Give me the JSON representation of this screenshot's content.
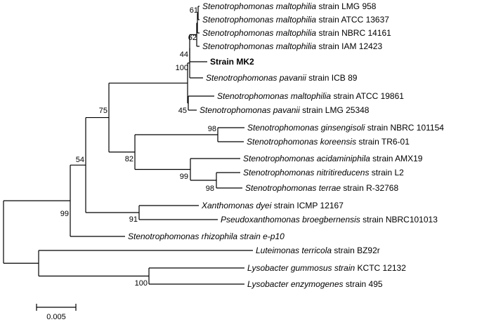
{
  "taxa": [
    {
      "id": "lmg958",
      "parts": [
        {
          "text": "Stenotrophomonas maltophilia",
          "italic": true
        },
        {
          "text": " strain LMG 958"
        }
      ]
    },
    {
      "id": "atcc13637",
      "parts": [
        {
          "text": "Stenotrophomonas maltophilia",
          "italic": true
        },
        {
          "text": " strain ATCC 13637"
        }
      ]
    },
    {
      "id": "nbrc14161",
      "parts": [
        {
          "text": "Stenotrophomonas maltophilia",
          "italic": true
        },
        {
          "text": " strain NBRC 14161"
        }
      ]
    },
    {
      "id": "iam12423",
      "parts": [
        {
          "text": "Stenotrophomonas maltophilia",
          "italic": true
        },
        {
          "text": " strain IAM  12423"
        }
      ]
    },
    {
      "id": "mk2",
      "parts": [
        {
          "text": "Strain MK2",
          "bold": true
        }
      ]
    },
    {
      "id": "icb89",
      "parts": [
        {
          "text": "Stenotrophomonas pavanii",
          "italic": true
        },
        {
          "text": " strain ICB 89"
        }
      ]
    },
    {
      "id": "atcc19861",
      "parts": [
        {
          "text": "Stenotrophomonas maltophilia",
          "italic": true
        },
        {
          "text": " strain ATCC 19861"
        }
      ]
    },
    {
      "id": "lmg25348",
      "parts": [
        {
          "text": "Stenotrophomonas pavanii",
          "italic": true
        },
        {
          "text": " strain LMG 25348"
        }
      ]
    },
    {
      "id": "nbrc101154",
      "parts": [
        {
          "text": "Stenotrophomonas ginsengisoli",
          "italic": true
        },
        {
          "text": " strain NBRC 101154"
        }
      ]
    },
    {
      "id": "tr601",
      "parts": [
        {
          "text": "Stenotrophomonas koreensis",
          "italic": true
        },
        {
          "text": " strain TR6-01"
        }
      ]
    },
    {
      "id": "amx19",
      "parts": [
        {
          "text": "Stenotrophomonas acidaminiphila",
          "italic": true
        },
        {
          "text": " strain AMX19"
        }
      ]
    },
    {
      "id": "l2",
      "parts": [
        {
          "text": "Stenotrophomonas nitritireducens",
          "italic": true
        },
        {
          "text": " strain L2"
        }
      ]
    },
    {
      "id": "r32768",
      "parts": [
        {
          "text": "Stenotrophomonas terrae",
          "italic": true
        },
        {
          "text": " strain R-32768"
        }
      ]
    },
    {
      "id": "icmp12167",
      "parts": [
        {
          "text": "Xanthomonas dyei",
          "italic": true
        },
        {
          "text": " strain ICMP 12167"
        }
      ]
    },
    {
      "id": "nbrc101013",
      "parts": [
        {
          "text": "Pseudoxanthomonas broegbernensis",
          "italic": true
        },
        {
          "text": " strain NBRC101013"
        }
      ]
    },
    {
      "id": "ep10",
      "parts": [
        {
          "text": "Stenotrophomonas rhizophila strain e-p10",
          "italic": true
        }
      ]
    },
    {
      "id": "bz92r",
      "parts": [
        {
          "text": "Luteimonas terricola",
          "italic": true
        },
        {
          "text": " strain BZ92r"
        }
      ]
    },
    {
      "id": "kctc12132",
      "parts": [
        {
          "text": "Lysobacter gummosus strain",
          "italic": true
        },
        {
          "text": " KCTC 12132"
        }
      ]
    },
    {
      "id": "s495",
      "parts": [
        {
          "text": "Lysobacter enzymogenes",
          "italic": true
        },
        {
          "text": " strain 495"
        }
      ]
    }
  ],
  "bootstrap": [
    {
      "node": "n61",
      "value": "61"
    },
    {
      "node": "n62",
      "value": "62"
    },
    {
      "node": "n44",
      "value": "44"
    },
    {
      "node": "n100a",
      "value": "100"
    },
    {
      "node": "n45",
      "value": "45"
    },
    {
      "node": "n75",
      "value": "75"
    },
    {
      "node": "n98a",
      "value": "98"
    },
    {
      "node": "n82",
      "value": "82"
    },
    {
      "node": "n99a",
      "value": "99"
    },
    {
      "node": "n98b",
      "value": "98"
    },
    {
      "node": "n54",
      "value": "54"
    },
    {
      "node": "n91",
      "value": "91"
    },
    {
      "node": "n99b",
      "value": "99"
    },
    {
      "node": "n100b",
      "value": "100"
    }
  ],
  "scale_bar": {
    "value": 0.005,
    "label": "0.005"
  }
}
